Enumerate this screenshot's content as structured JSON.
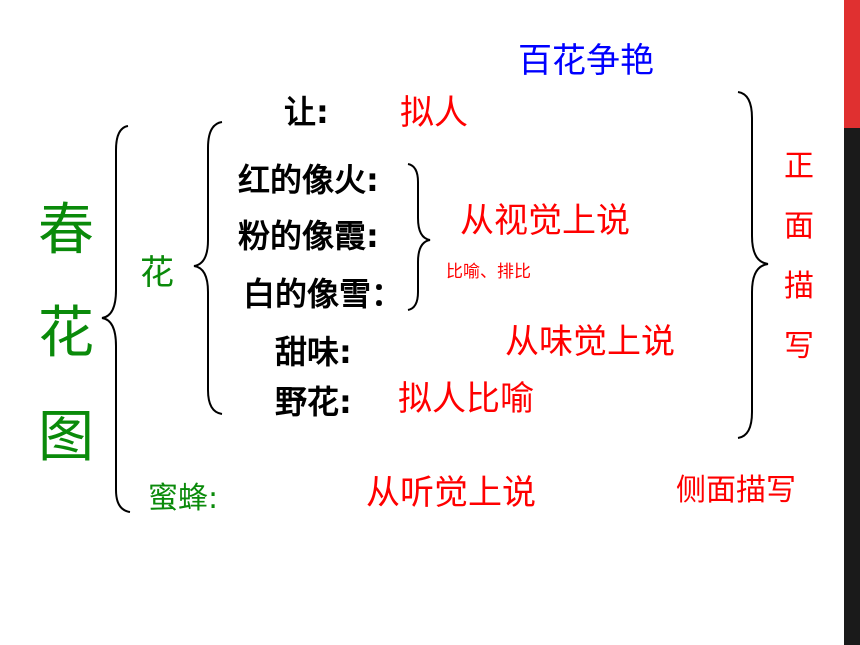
{
  "diagram": {
    "title_main": [
      "春",
      "花",
      "图"
    ],
    "heading": "百花争艳",
    "branch_flower": "花",
    "branch_bee": "蜜蜂:",
    "items": {
      "rang": {
        "label": "让:",
        "method": "拟人"
      },
      "hong": {
        "label": "红的像火:"
      },
      "fen": {
        "label": "粉的像霞:"
      },
      "bai": {
        "label": "白的像雪："
      },
      "visual": "从视觉上说",
      "visual_note": "比喻、排比",
      "tian": {
        "label": "甜味:",
        "method": "从味觉上说"
      },
      "ye": {
        "label": "野花:",
        "method": "拟人比喻"
      }
    },
    "bee_method": "从听觉上说",
    "front_desc": [
      "正",
      "面",
      "描",
      "写"
    ],
    "side_desc": "侧面描写"
  },
  "colors": {
    "label": "#000000",
    "method": "#ff0000",
    "green": "#0a8a0a",
    "heading": "#0000ff"
  }
}
